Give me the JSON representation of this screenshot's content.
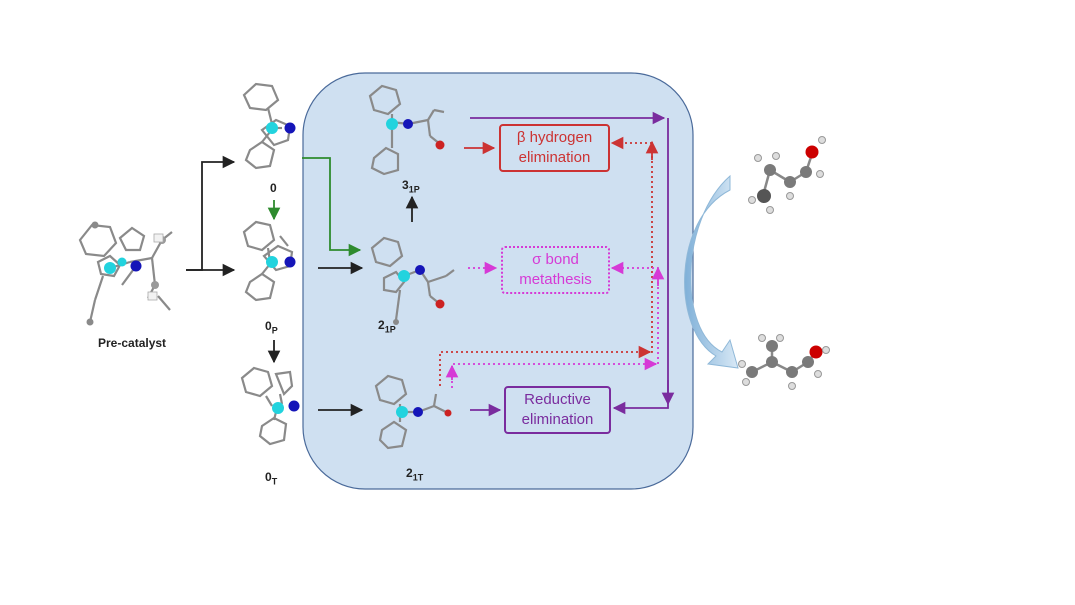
{
  "diagram": {
    "species": {
      "precatalyst": "Pre-catalyst",
      "zero": "0",
      "zeroP": {
        "base": "0",
        "sub": "P"
      },
      "zeroT": {
        "base": "0",
        "sub": "T"
      },
      "threeOneP": {
        "base": "3",
        "sub": "1P"
      },
      "twoOneP": {
        "base": "2",
        "sub": "1P"
      },
      "twoOneT": {
        "base": "2",
        "sub": "1T"
      }
    },
    "steps": {
      "beta": {
        "line1": "β  hydrogen",
        "line2": "elimination"
      },
      "sigma": {
        "line1": "σ  bond",
        "line2": "metathesis"
      },
      "reductive": {
        "line1": "Reductive",
        "line2": "elimination"
      }
    },
    "colors": {
      "panel": "#cfe0f1",
      "panel_border": "#4a6a9a",
      "black_arrow": "#222222",
      "green_arrow": "#2e8b2e",
      "red": "#cc3333",
      "magenta": "#d63ad6",
      "purple": "#7a2c9e",
      "ti": "#22d3de",
      "nitrogen": "#1515b8",
      "oxygen": "#cc2222",
      "carbon": "#8a8a8a"
    }
  }
}
